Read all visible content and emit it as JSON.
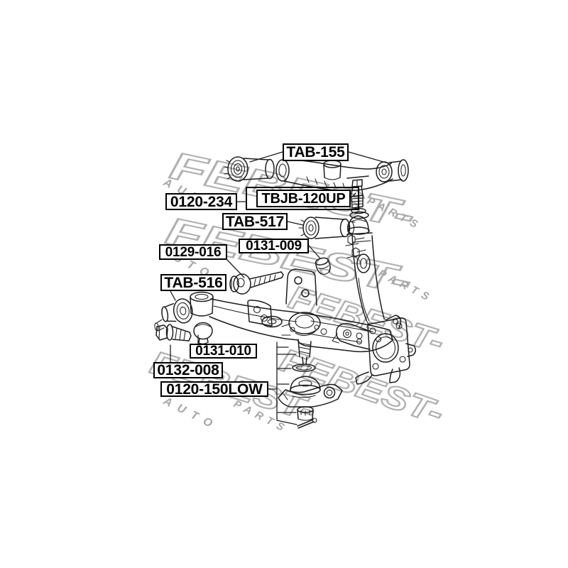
{
  "watermark": {
    "brand": "FEBEST-",
    "auto": "AUTO",
    "parts": "PARTS"
  },
  "labels": {
    "tab155": "TAB-155",
    "p0120234": "0120-234",
    "tbjb120up": "TBJB-120UP",
    "tab517": "TAB-517",
    "p0131009": "0131-009",
    "p0129016": "0129-016",
    "tab516": "TAB-516",
    "p0131010": "0131-010",
    "p0132008": "0132-008",
    "p0120150low": "0120-150LOW"
  }
}
